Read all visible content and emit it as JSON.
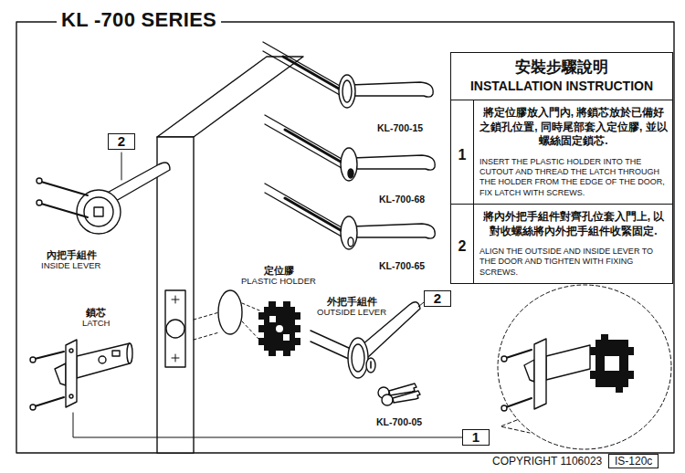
{
  "diagram": {
    "title": "KL -700 SERIES",
    "nodes": [
      {
        "text": [
          "安裝步驟說明",
          "INSTALLATION INSTRUCTION"
        ]
      },
      {
        "text": [
          "1",
          "將定位膠放入門內, 將鎖芯放於已備好之鎖孔位置, 同時尾部套入定位膠, 並以螺絲固定鎖芯.",
          "INSERT THE PLASTIC HOLDER INTO THE CUTOUT AND THREAD THE LATCH THROUGH THE HOLDER FROM THE EDGE OF THE DOOR, FIX LATCH WITH SCREWS."
        ],
        "in": 0
      },
      {
        "text": [
          "2",
          "將內外把手組件對齊孔位套入門上, 以對收螺絲將內外把手組件收緊固定.",
          "ALIGN THE OUTSIDE AND INSIDE LEVER TO THE DOOR AND TIGHTEN WITH FIXING SCREWS."
        ],
        "in": 0
      },
      {
        "text": [
          "2"
        ]
      },
      {
        "text": [
          "2"
        ]
      },
      {
        "text": [
          "1"
        ]
      },
      {
        "text": [
          "IS-120c"
        ]
      }
    ],
    "labels": [
      "KL-700-15",
      "KL-700-68",
      "內把手組件",
      "INSIDE LEVER",
      "KL-700-65",
      "定位膠",
      "PLASTIC HOLDER",
      "外把手組件",
      "OUTSIDE LEVER",
      "鎖芯",
      "LATCH",
      "KL-700-05",
      "COPYRIGHT 1106023"
    ]
  }
}
